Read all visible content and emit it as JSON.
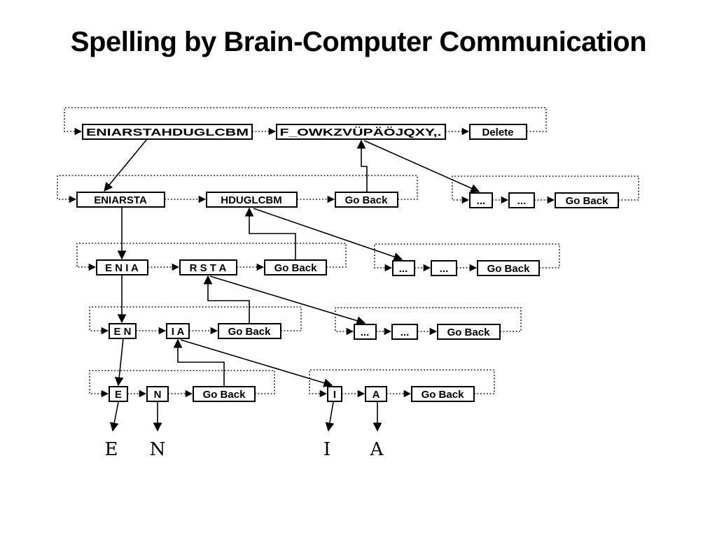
{
  "title": "Spelling by Brain-Computer Communication",
  "diagram": {
    "nodes": {
      "l0_a": "ENIARSTAHDUGLCBM",
      "l0_b": "F_OWKZVÜPÄÖJQXY,.",
      "l0_c": "Delete",
      "l1_a": "ENIARSTA",
      "l1_b": "HDUGLCBM",
      "l1_c": "Go Back",
      "l1r_a": "...",
      "l1r_b": "...",
      "l1r_c": "Go Back",
      "l2_a": "E N I A",
      "l2_b": "R S T A",
      "l2_c": "Go Back",
      "l2r_a": "...",
      "l2r_b": "...",
      "l2r_c": "Go Back",
      "l3_a": "E N",
      "l3_b": "I A",
      "l3_c": "Go Back",
      "l3r_a": "...",
      "l3r_b": "...",
      "l3r_c": "Go Back",
      "l4_a": "E",
      "l4_b": "N",
      "l4_c": "Go Back",
      "l4r_a": "I",
      "l4r_b": "A",
      "l4r_c": "Go Back"
    },
    "outputs": {
      "o1": "E",
      "o2": "N",
      "o3": "I",
      "o4": "A"
    }
  }
}
